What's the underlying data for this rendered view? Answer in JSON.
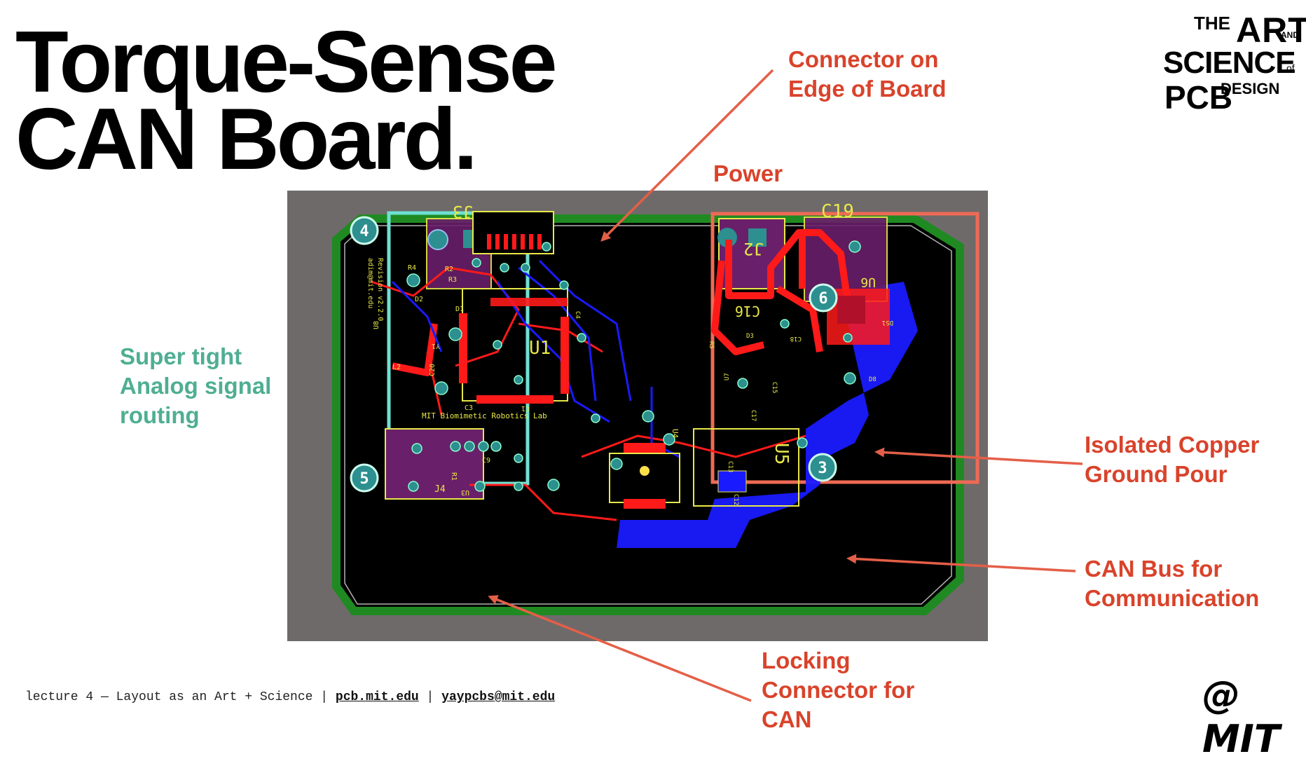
{
  "slide": {
    "title_line1": "Torque-Sense",
    "title_line2": "CAN Board."
  },
  "logo": {
    "the": "THE",
    "art": "ART",
    "and": "AND",
    "science": "SCIENCE",
    "of": "of",
    "pcb": "PCB",
    "design": "DESIGN"
  },
  "callouts": {
    "connector_edge": [
      "Connector on",
      "Edge of Board"
    ],
    "power": "Power",
    "analog": [
      "Super tight",
      "Analog signal",
      "routing"
    ],
    "isolated": [
      "Isolated Copper",
      "Ground Pour"
    ],
    "can_bus": [
      "CAN Bus for",
      "Communication"
    ],
    "locking": [
      "Locking",
      "Connector for",
      "CAN"
    ]
  },
  "board": {
    "holes": [
      "4",
      "5",
      "6",
      "3"
    ],
    "refs": [
      "J3",
      "J2",
      "C19",
      "U6",
      "C16",
      "U1",
      "U4",
      "U5",
      "J4",
      "R4",
      "R2",
      "R3",
      "D2",
      "D1",
      "U8",
      "L2",
      "C20",
      "C9",
      "R1",
      "U3",
      "C3",
      "C1",
      "C13",
      "C12",
      "C15",
      "C17",
      "C18",
      "D3",
      "R5",
      "U7",
      "D8",
      "DS1",
      "Y1",
      "C4"
    ],
    "silk_text": [
      "Revision v2.2.0",
      "adim@mit.edu",
      "MIT Biomimetic Robotics Lab"
    ]
  },
  "footer": {
    "lecture": "lecture 4 — Layout as an Art + Science",
    "sep": "|",
    "site": "pcb.mit.edu",
    "email": "yaypcbs@mit.edu"
  },
  "watermark": "@ MIT",
  "colors": {
    "accent_red": "#d9432b",
    "accent_green": "#4fae92",
    "analog_box": "#6fe0d2",
    "power_box": "#ef6a55",
    "board_bg": "#000000",
    "board_outline": "#1f8a22",
    "copper_top": "#ff1a1a",
    "copper_bottom": "#1a1aff",
    "silk": "#e8e84a",
    "pad_outline": "#8a2a8a",
    "frame": "#6e6a6a"
  }
}
